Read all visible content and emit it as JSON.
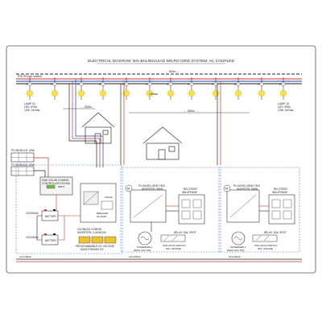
{
  "title": "ELECTRICAL DIAGRAM: NIA-BALINGASAG MICRO GRID SYSTEM- AC COUPLED",
  "ps_label": "PS=Photo switch",
  "pole_label": "PS",
  "dist_600m": "← 600m →",
  "dist_200m": "← 200m",
  "dist_350m": "← 350m →",
  "wire_240": "240Vac",
  "lamp_left": [
    "LAMP 01",
    "LED, IP65,",
    "12W, 240Vac"
  ],
  "lamp_right": [
    "LAMP 10",
    "LED, IP65,",
    "12W, 240Vac"
  ],
  "pv_module_top": "PV MODULE: 32W",
  "pv_module_bottom": "PV MODULE: 32W",
  "charge_controller": [
    "SINE SOLAR CHARGE",
    "CONTROLLER 12V/40A"
  ],
  "mppt": "MPPT",
  "battery_1": [
    "12V/150Ah",
    "BATTERY"
  ],
  "battery_2": [
    "12V/150Ah",
    "BATTERY"
  ],
  "inverter_hybrid": [
    "OUTBACK HYBRID",
    "INVERTER: 2.4KW/24V"
  ],
  "breaker_main": [
    "BREAKER",
    "32.0A/2P"
  ],
  "dc_monitor": [
    "PROGRAMMABLE DC VOLTAGE",
    "MONITOR/SWITCH"
  ],
  "micro_inverter_1": [
    "PV MICRO-GRID TIED",
    "INVERTER: 300W"
  ],
  "micro_inverter_2": [
    "PV MICRO-GRID TIED",
    "INVERTER: 300W"
  ],
  "rectifier_1": [
    "RECTIFIER",
    "35A,3PHASE"
  ],
  "rectifier_2": [
    "RECTIFIER",
    "35A,3PHASE"
  ],
  "relay_1": "RELAY: 30A, SPDT",
  "relay_2": "RELAY: 30A, SPDT",
  "powerwell_1": [
    "POWERWELL",
    "300W (12V PM)"
  ],
  "powerwell_2": [
    "POWERWELL",
    "300W (12V PM)"
  ],
  "isolation_1": [
    "ISOLATION SWITCH",
    "30A, 3PHASE"
  ],
  "isolation_2": [
    "ISOLATION SWITCH",
    "30A, 3PHASE"
  ],
  "bus_label": "12V/150Ah",
  "v240": "240Vac",
  "motor": "M"
}
